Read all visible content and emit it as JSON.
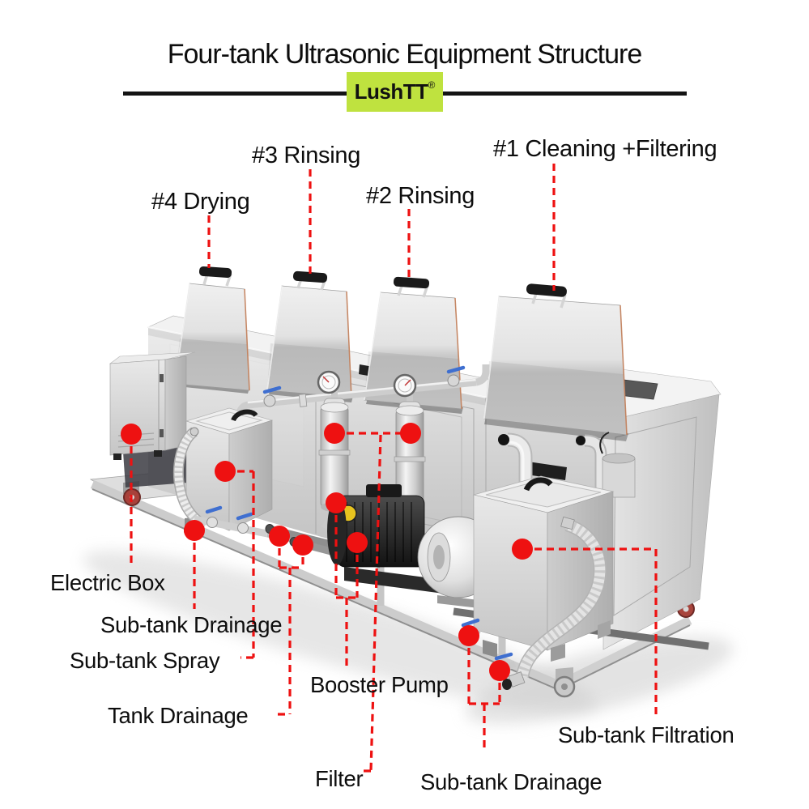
{
  "title": "Four-tank Ultrasonic Equipment Structure",
  "logo": {
    "text": "LushTT",
    "registered": "®"
  },
  "colors": {
    "accent_red": "#ee1111",
    "logo_green": "#bfe23f",
    "rule_black": "#141414"
  },
  "callouts": {
    "drying": "#4 Drying",
    "rinsing3": "#3 Rinsing",
    "rinsing2": "#2 Rinsing",
    "cleaning1": "#1 Cleaning +Filtering",
    "electric_box": "Electric Box",
    "subtank_drainage_left": "Sub-tank Drainage",
    "subtank_spray": "Sub-tank Spray",
    "tank_drainage": "Tank Drainage",
    "booster_pump": "Booster Pump",
    "filter": "Filter",
    "subtank_drainage_bottom": "Sub-tank Drainage",
    "subtank_filtration": "Sub-tank Filtration"
  }
}
